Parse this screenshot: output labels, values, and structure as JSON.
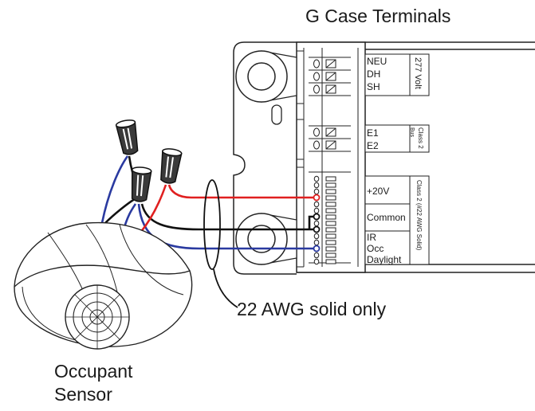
{
  "title": "G Case Terminals",
  "callout_label": "22 AWG solid only",
  "sensor_label": {
    "line1": "Occupant",
    "line2": "Sensor"
  },
  "terminal_groups": {
    "power": {
      "labels": [
        "NEU",
        "DH",
        "SH"
      ],
      "side_label": "277 Volt"
    },
    "bus": {
      "labels": [
        "E1",
        "E2"
      ],
      "side_label_line1": "Bus",
      "side_label_line2": "Class 2"
    },
    "sensor": {
      "labels": [
        "+20V",
        "Common",
        "IR",
        "Occ",
        "Daylight"
      ],
      "side_label": "Class 2 (#22 AWG Solid)"
    }
  },
  "wire_colors": {
    "red": "#e02020",
    "black": "#111111",
    "blue": "#2a3aa0"
  }
}
